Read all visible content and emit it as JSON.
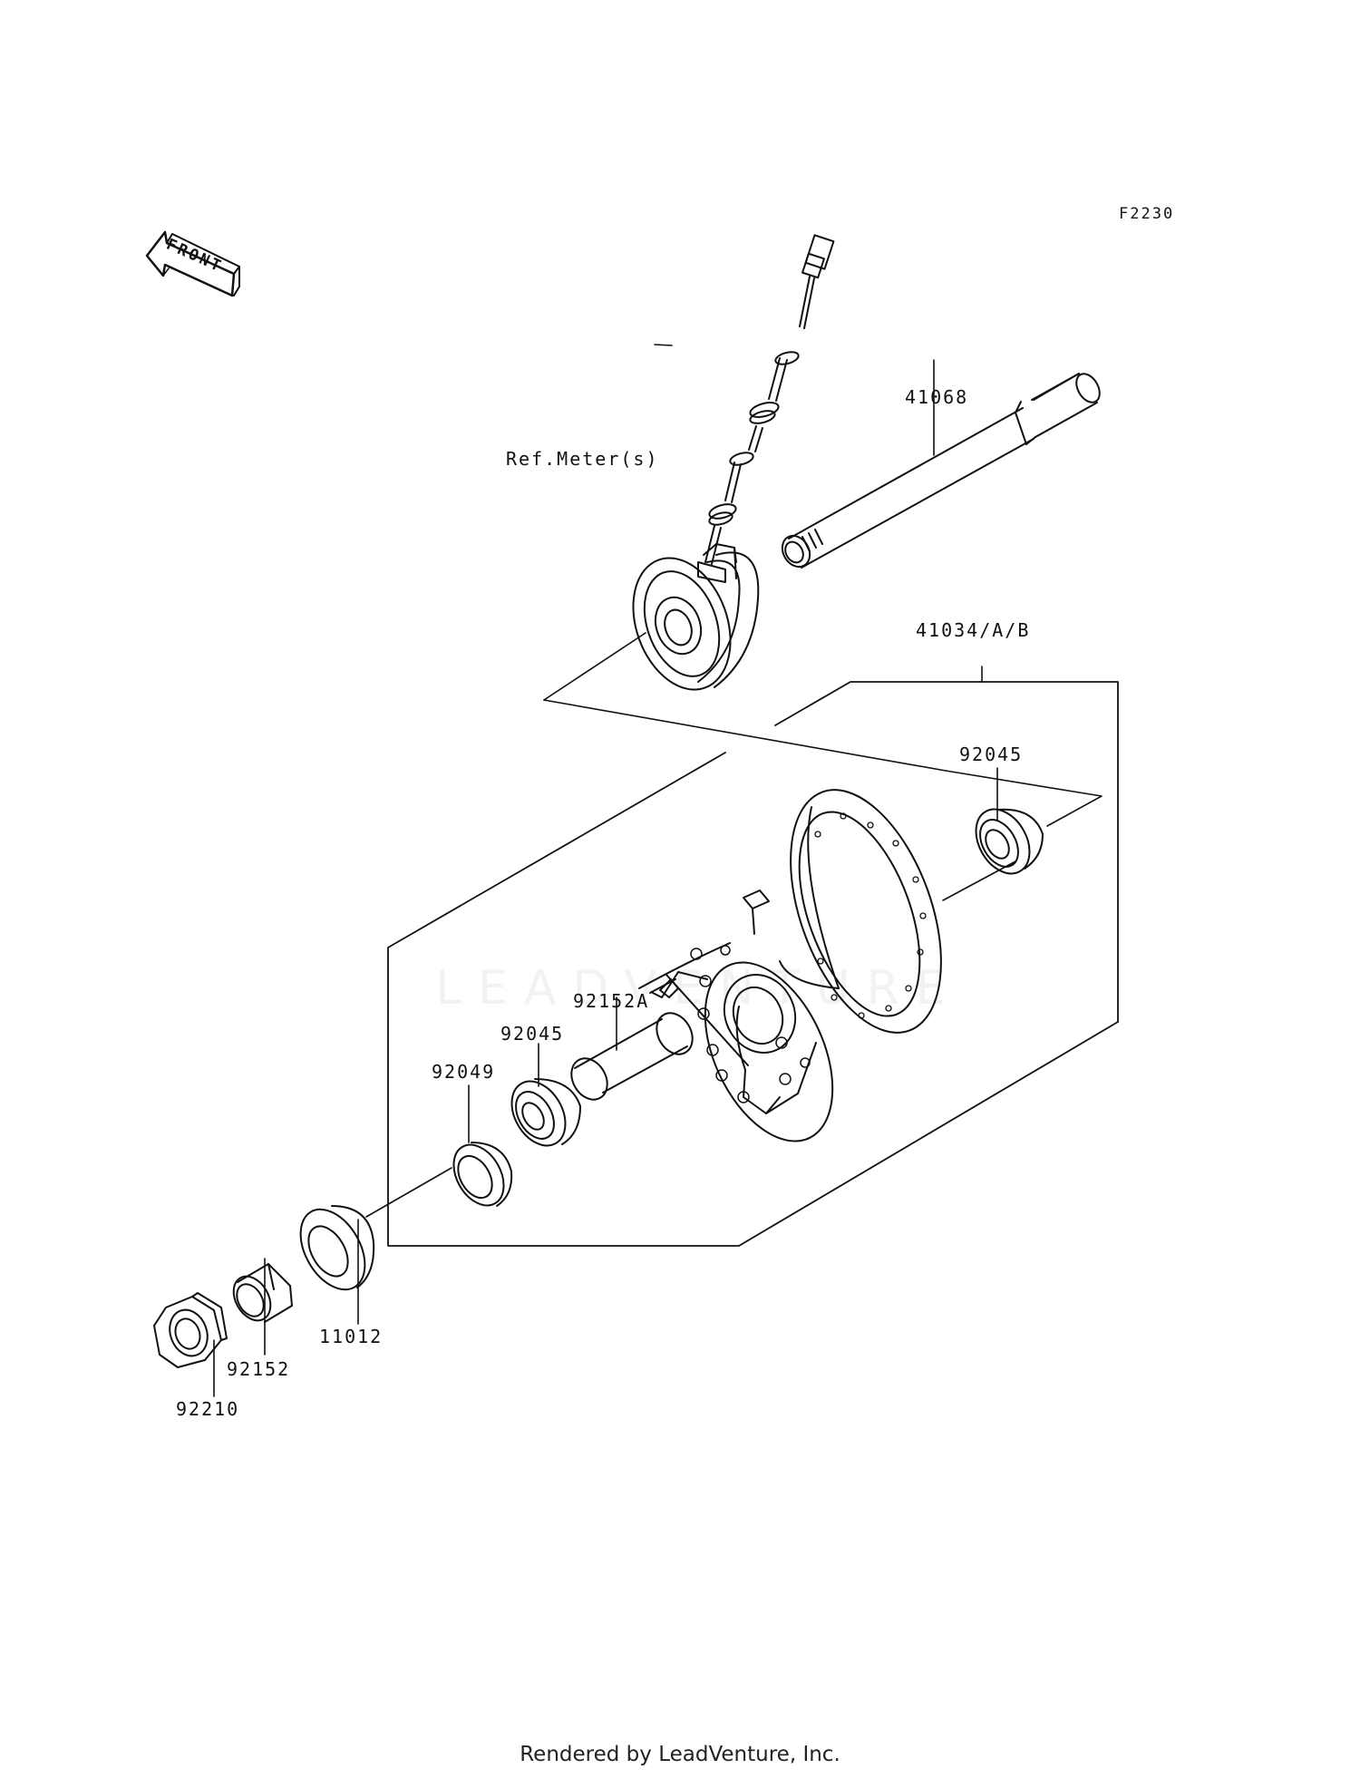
{
  "diagram_code": "F2230",
  "front_arrow": "FRONT",
  "footer": "Rendered by LeadVenture, Inc.",
  "watermark": "LEADVENTURE",
  "labels": {
    "ref_meter": "Ref.Meter(s)",
    "axle": "41068",
    "hub_assy": "41034/A/B",
    "bearing_right": "92045",
    "collar_center": "92152A",
    "bearing_left": "92045",
    "seal": "92049",
    "plate": "11012",
    "collar_left": "92152",
    "nut": "92210"
  },
  "colors": {
    "line": "#111111",
    "background": "#ffffff"
  }
}
